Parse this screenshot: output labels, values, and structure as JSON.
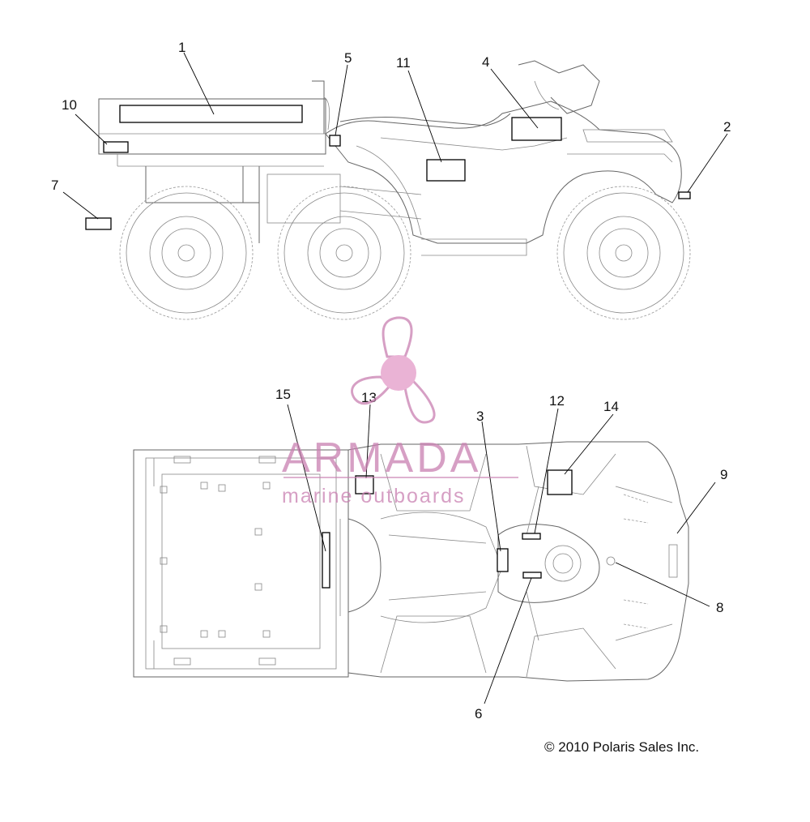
{
  "callouts": [
    "1",
    "2",
    "3",
    "4",
    "5",
    "6",
    "7",
    "8",
    "9",
    "10",
    "11",
    "12",
    "13",
    "14",
    "15"
  ],
  "watermark": {
    "title": "ARMADA",
    "subtitle": "marine outboards",
    "color": "#c97fb1"
  },
  "copyright": "© 2010 Polaris Sales Inc."
}
